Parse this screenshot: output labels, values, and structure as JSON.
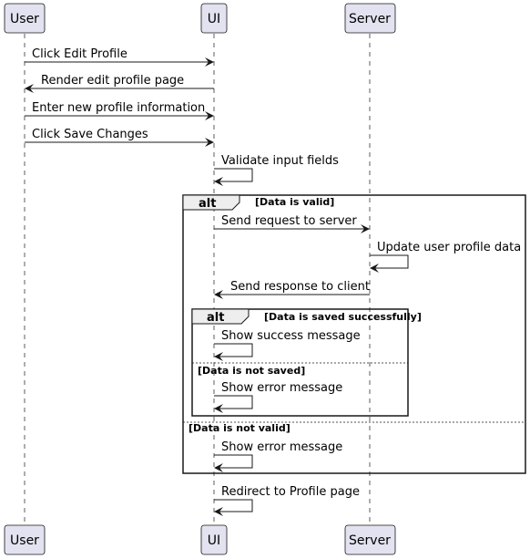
{
  "participants": {
    "user": "User",
    "ui": "UI",
    "server": "Server"
  },
  "messages": {
    "m1": "Click Edit Profile",
    "m2": "Render edit profile page",
    "m3": "Enter new profile information",
    "m4": "Click Save Changes",
    "m5": "Validate input fields",
    "m6": "Send request to server",
    "m7": "Update user profile data",
    "m8": "Send response to client",
    "m9": "Show success message",
    "m10": "Show error message",
    "m11": "Show error message",
    "m12": "Redirect to Profile page"
  },
  "fragments": {
    "outer": {
      "operator": "alt",
      "cond_true": "[Data is valid]",
      "cond_false": "[Data is not valid]"
    },
    "inner": {
      "operator": "alt",
      "cond_true": "[Data is saved successfully]",
      "cond_false": "[Data is not saved]"
    }
  },
  "colors": {
    "actor_fill": "#e2e2f0",
    "actor_border": "#181818",
    "lifeline": "#181818",
    "frame_tab": "#eeeeee"
  }
}
